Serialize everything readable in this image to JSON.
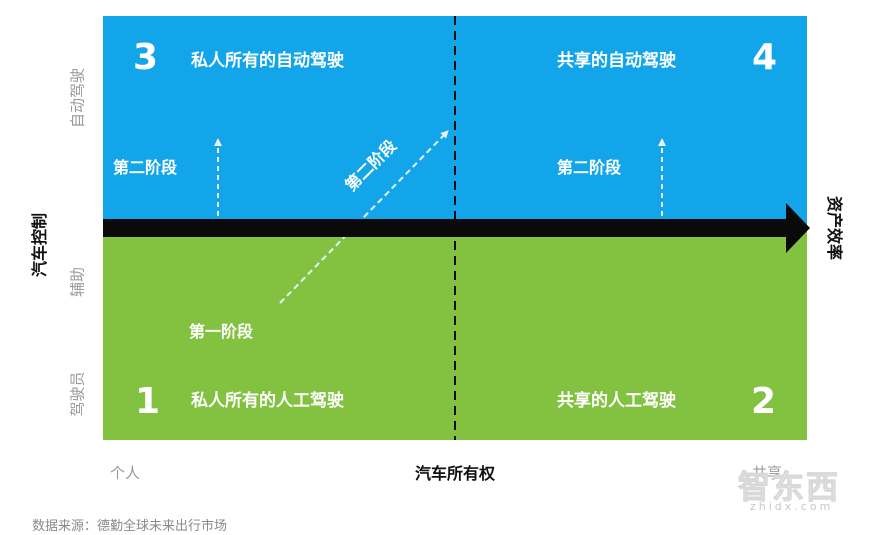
{
  "colors": {
    "blue": "#12a5ea",
    "green": "#82c240",
    "axis": "#0a0a0a",
    "dashed": "#ffffff"
  },
  "quadrants": {
    "q3": {
      "number": "3",
      "title": "私人所有的自动驾驶"
    },
    "q4": {
      "number": "4",
      "title": "共享的自动驾驶"
    },
    "q1": {
      "number": "1",
      "title": "私人所有的人工驾驶"
    },
    "q2": {
      "number": "2",
      "title": "共享的人工驾驶"
    }
  },
  "stages": {
    "stage2_left": "第二阶段",
    "stage2_diag": "第二阶段",
    "stage2_right": "第二阶段",
    "stage1": "第一阶段"
  },
  "left_axis": {
    "title": "汽车控制",
    "top": "自动驾驶",
    "middle": "辅助",
    "bottom": "驾驶员"
  },
  "right_axis": {
    "title": "资产效率"
  },
  "bottom_axis": {
    "left": "个人",
    "title": "汽车所有权",
    "right": "共享"
  },
  "source": "数据来源：德勤全球未来出行市场",
  "watermark": {
    "logo": "智东西",
    "url": "zhidx.com"
  }
}
